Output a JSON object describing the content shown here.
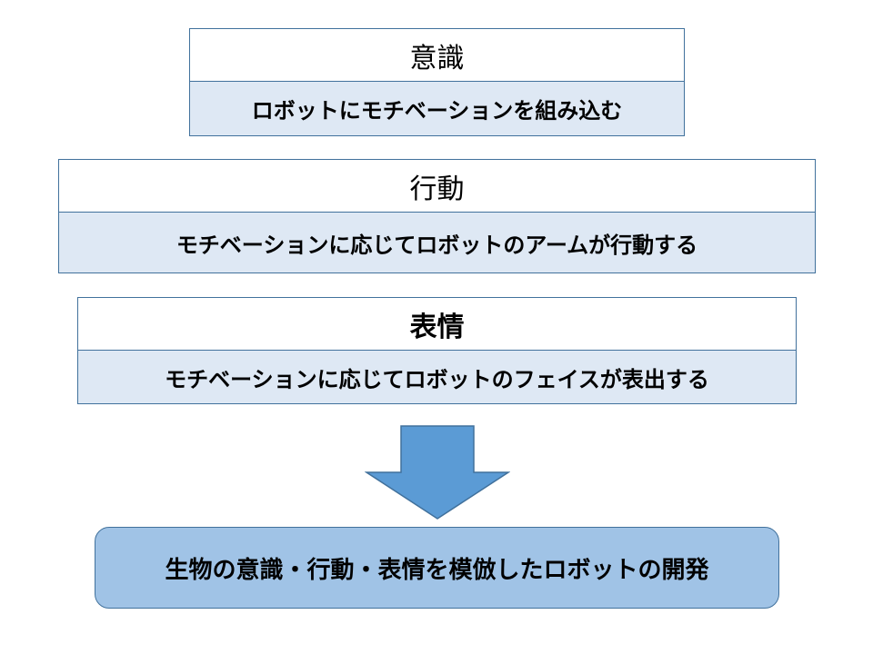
{
  "blocks": [
    {
      "title": "意識",
      "description": "ロボットにモチベーションを組み込む"
    },
    {
      "title": "行動",
      "description": "モチベーションに応じてロボットのアームが行動する"
    },
    {
      "title": "表情",
      "description": "モチベーションに応じてロボットのフェイスが表出する"
    }
  ],
  "result": {
    "text": "生物の意識・行動・表情を模倣したロボットの開発"
  },
  "colors": {
    "border": "#41719c",
    "description_fill": "#dee8f4",
    "arrow_fill": "#5b9bd5",
    "result_fill": "#a0c3e6"
  },
  "icons": {
    "arrow": "down-arrow-icon"
  }
}
